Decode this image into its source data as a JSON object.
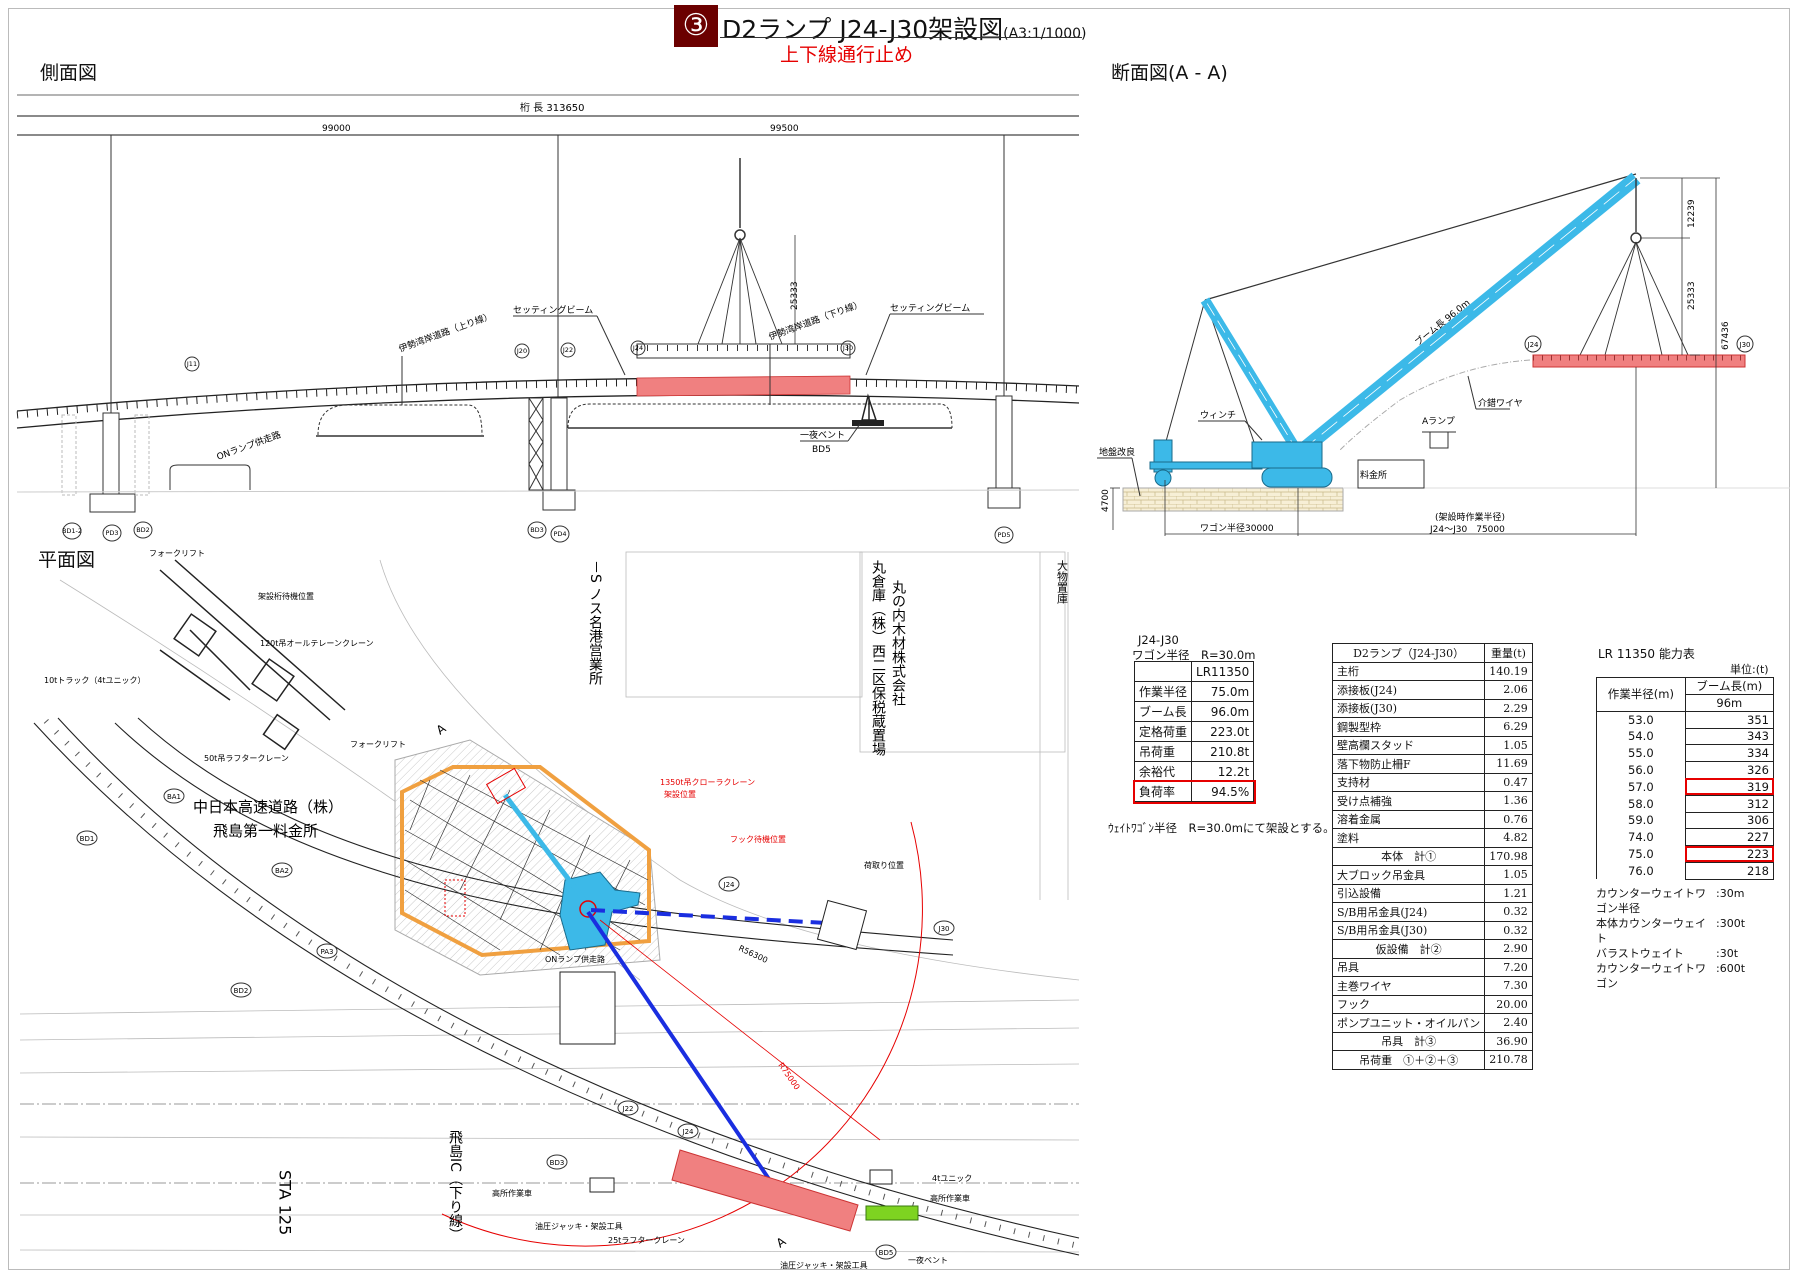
{
  "title": {
    "number": "③",
    "main": "D2ランプ J24-J30架設図",
    "scale": "(A3:1/1000)",
    "subtitle": "上下線通行止め"
  },
  "side_view": {
    "heading": "側面図",
    "girder_length": "桁 長 313650",
    "span_left": "99000",
    "span_right": "99500",
    "hang_height": "25333",
    "labels": {
      "setting_beam": "セッティングビーム",
      "isewan_up": "伊勢湾岸道路（上り線）",
      "isewan_down": "伊勢湾岸道路（下り線）",
      "on_ramp": "ONランプ供走路",
      "overnight_bent": "一夜ベント",
      "bd5": "BD5"
    },
    "joints": [
      "J11",
      "J20",
      "J22",
      "J24",
      "J30"
    ],
    "piers": [
      "BD1-2",
      "PD3",
      "BD2",
      "BD3",
      "PD4",
      "PD5"
    ]
  },
  "section_view": {
    "heading": "断面図(A - A)",
    "boom_label": "ブーム長 96.0m",
    "dim_top": "12239",
    "dim_hang": "25333",
    "dim_total": "67436",
    "dim_pad": "4700",
    "wagon_radius": "ワゴン半径30000",
    "work_radius_label": "(架設時作業半径)",
    "work_radius": "J24～J30　75000",
    "labels": {
      "winch": "ウィンチ",
      "ground": "地盤改良",
      "tagline": "介錯ワイヤ",
      "a_ramp": "Aランプ",
      "toll": "料金所",
      "j24": "J24",
      "j30": "J30"
    }
  },
  "plan_view": {
    "heading": "平面図",
    "labels": {
      "forklift1": "フォークリフト",
      "forklift2": "フォークリフト",
      "girder_wait": "架設桁待機位置",
      "crane120": "120t吊オールテレーンクレーン",
      "truck10": "10tトラック（4tユニック）",
      "crane50": "50t吊ラフタークレーン",
      "nexco": "中日本高速道路（株）",
      "toll_gate": "飛島第一料金所",
      "crawler1": "1350t吊クローラクレーン",
      "crawler2": "架設位置",
      "hook_wait": "フック待機位置",
      "pickup": "荷取り位置",
      "r56300": "R56300",
      "r75000": "R75000",
      "meiko": "－S ノス名港営業所",
      "marunouchi": "丸の内木材株式会社",
      "warehouse": "丸倉庫（株）西二区保税蔵置場",
      "storage": "大物置庫",
      "tobishima_ic": "飛島IC（下り線）",
      "sta": "STA 125",
      "aerial1": "高所作業車",
      "aerial2": "高所作業車",
      "jack1": "油圧ジャッキ・架設工具",
      "jack2": "油圧ジャッキ・架設工具",
      "crane25": "25tラフタークレーン",
      "unic4": "4tユニック",
      "bent": "一夜ベント",
      "on_ramp": "ONランプ供走路"
    },
    "markers": {
      "ba1": "BA1",
      "bd1": "BD1",
      "ba2": "BA2",
      "pa3": "PA3",
      "bd2": "BD2",
      "j24a": "J24",
      "j30": "J30",
      "j22": "J22",
      "j24b": "J24",
      "bd3": "BD3",
      "bd5": "BD5",
      "section": "A"
    }
  },
  "crane_summary": {
    "span": "J24-J30",
    "radius_note": "ワゴン半径　R=30.0m",
    "model": "LR11350",
    "rows": [
      {
        "label": "作業半径",
        "value": "75.0m"
      },
      {
        "label": "ブーム長",
        "value": "96.0m"
      },
      {
        "label": "定格荷重",
        "value": "223.0t"
      },
      {
        "label": "吊荷重",
        "value": "210.8t"
      },
      {
        "label": "余裕代",
        "value": "12.2t"
      },
      {
        "label": "負荷率",
        "value": "94.5%",
        "highlight": true
      }
    ],
    "footnote": "ｳｪｲﾄﾜｺﾞﾝ半径　R=30.0mにて架設とする。"
  },
  "weight_table": {
    "header": [
      "D2ランプ（J24-J30）",
      "重量(t)"
    ],
    "rows": [
      {
        "label": "主桁",
        "value": "140.19"
      },
      {
        "label": "添接板(J24)",
        "value": "2.06"
      },
      {
        "label": "添接板(J30)",
        "value": "2.29"
      },
      {
        "label": "鋼製型枠",
        "value": "6.29"
      },
      {
        "label": "壁高欄スタッド",
        "value": "1.05"
      },
      {
        "label": "落下物防止柵F",
        "value": "11.69"
      },
      {
        "label": "支持材",
        "value": "0.47"
      },
      {
        "label": "受け点補強",
        "value": "1.36"
      },
      {
        "label": "溶着金属",
        "value": "0.76"
      },
      {
        "label": "塗料",
        "value": "4.82"
      },
      {
        "label": "本体　計①",
        "value": "170.98",
        "subtotal": true
      },
      {
        "label": "大ブロック吊金具",
        "value": "1.05"
      },
      {
        "label": "引込設備",
        "value": "1.21"
      },
      {
        "label": "S/B用吊金具(J24)",
        "value": "0.32"
      },
      {
        "label": "S/B用吊金具(J30)",
        "value": "0.32"
      },
      {
        "label": "仮設備　計②",
        "value": "2.90",
        "subtotal": true
      },
      {
        "label": "吊具",
        "value": "7.20"
      },
      {
        "label": "主巻ワイヤ",
        "value": "7.30"
      },
      {
        "label": "フック",
        "value": "20.00"
      },
      {
        "label": "ポンプユニット・オイルパン",
        "value": "2.40"
      },
      {
        "label": "吊具　計③",
        "value": "36.90",
        "subtotal": true
      },
      {
        "label": "吊荷重　①＋②＋③",
        "value": "210.78",
        "subtotal": true
      }
    ]
  },
  "capacity_table": {
    "title": "LR 11350 能力表",
    "unit": "単位:(t)",
    "col_radius": "作業半径(m)",
    "col_boom": "ブーム長(m)",
    "boom_value": "96m",
    "rows": [
      {
        "radius": "53.0",
        "load": "351"
      },
      {
        "radius": "54.0",
        "load": "343"
      },
      {
        "radius": "55.0",
        "load": "334"
      },
      {
        "radius": "56.0",
        "load": "326"
      },
      {
        "radius": "57.0",
        "load": "319",
        "highlight": true
      },
      {
        "radius": "58.0",
        "load": "312"
      },
      {
        "radius": "59.0",
        "load": "306"
      },
      {
        "radius": "74.0",
        "load": "227"
      },
      {
        "radius": "75.0",
        "load": "223",
        "highlight": true
      },
      {
        "radius": "76.0",
        "load": "218"
      }
    ],
    "notes": [
      {
        "label": "カウンターウェイトワゴン半径",
        "value": ":30m"
      },
      {
        "label": "本体カウンターウェイト",
        "value": ":300t"
      },
      {
        "label": "バラストウェイト",
        "value": ":30t"
      },
      {
        "label": "カウンターウェイトワゴン",
        "value": ":600t"
      }
    ]
  },
  "colors": {
    "crane": "#3cb9e8",
    "girder": "#f08080",
    "boundary": "#f0a040",
    "radius": "#e60000",
    "path": "#1a2ee0",
    "title_badge": "#6b0000"
  }
}
